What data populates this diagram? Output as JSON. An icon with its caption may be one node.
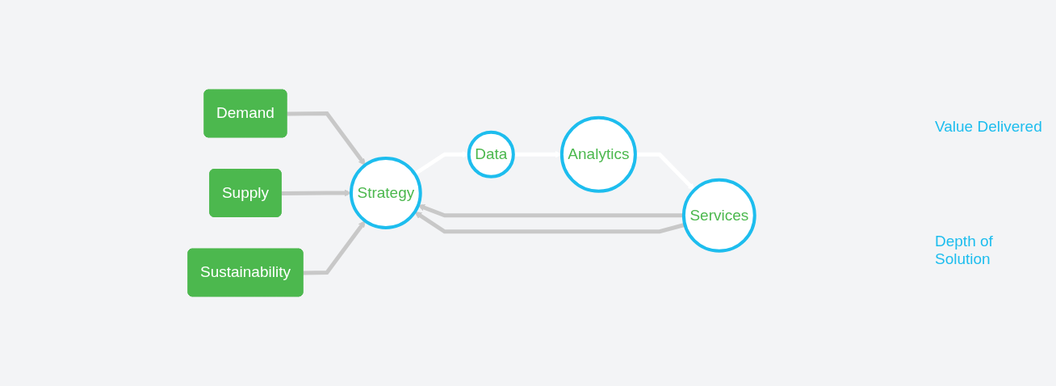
{
  "diagram": {
    "nodes": [
      {
        "text": [
          "Demand"
        ]
      },
      {
        "text": [
          "Supply"
        ]
      },
      {
        "text": [
          "Sustainability"
        ]
      },
      {
        "text": [
          "Strategy"
        ]
      },
      {
        "text": [
          "Data"
        ]
      },
      {
        "text": [
          "Analytics"
        ]
      },
      {
        "text": [
          "Services"
        ]
      }
    ],
    "edges": [
      {
        "from": 0,
        "to": 3,
        "arrow": "to"
      },
      {
        "from": 1,
        "to": 3,
        "arrow": "to"
      },
      {
        "from": 2,
        "to": 3,
        "arrow": "to"
      },
      {
        "from": 3,
        "to": 4,
        "arrow": "to",
        "color": "#ffffff"
      },
      {
        "from": 4,
        "to": 5,
        "arrow": "to",
        "color": "#ffffff"
      },
      {
        "from": 5,
        "to": 6,
        "arrow": "to",
        "color": "#ffffff"
      },
      {
        "from": 6,
        "to": 3,
        "arrow": "to"
      },
      {
        "from": 6,
        "to": 3,
        "arrow": "to"
      }
    ],
    "labels": [
      "Value Delivered",
      "Depth of Solution"
    ]
  }
}
